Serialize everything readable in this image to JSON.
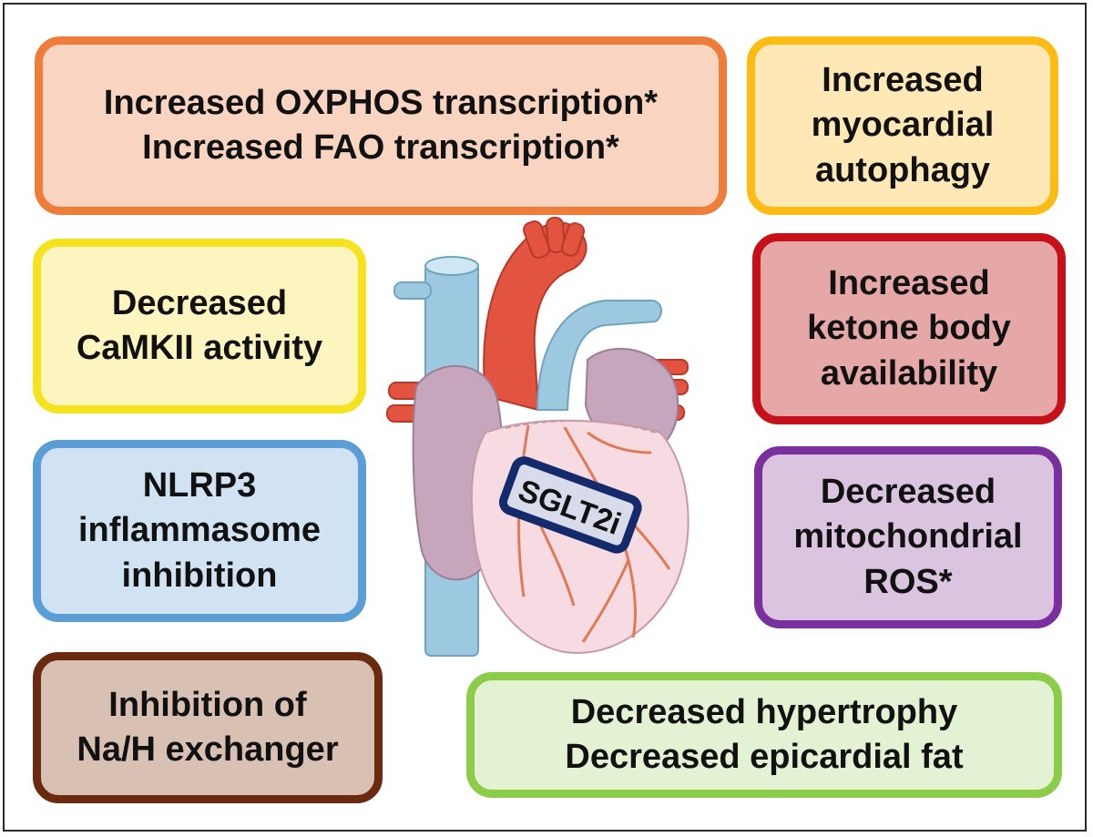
{
  "boxes": {
    "oxphos": "Increased OXPHOS transcription*\nIncreased FAO transcription*",
    "autophagy": "Increased\nmyocardial\nautophagy",
    "camkii": "Decreased\nCaMKII activity",
    "ketone": "Increased\nketone body\navailability",
    "nlrp3": "NLRP3\ninflammasome\ninhibition",
    "ros": "Decreased\nmitochondrial\nROS*",
    "nah": "Inhibition of\nNa/H exchanger",
    "hypertrophy": "Decreased hypertrophy\nDecreased epicardial fat"
  },
  "center_label": "SGLT2i",
  "colors": {
    "oxphos_border": "#ef7d3a",
    "autophagy_border": "#fdbb13",
    "camkii_border": "#f6e320",
    "ketone_border": "#c6111b",
    "nlrp3_border": "#5b9ed6",
    "ros_border": "#7a2f9e",
    "nah_border": "#6b2a10",
    "hypertrophy_border": "#8bcc49",
    "sglt2i_border": "#142a6b"
  },
  "illustration": "heart-icon"
}
